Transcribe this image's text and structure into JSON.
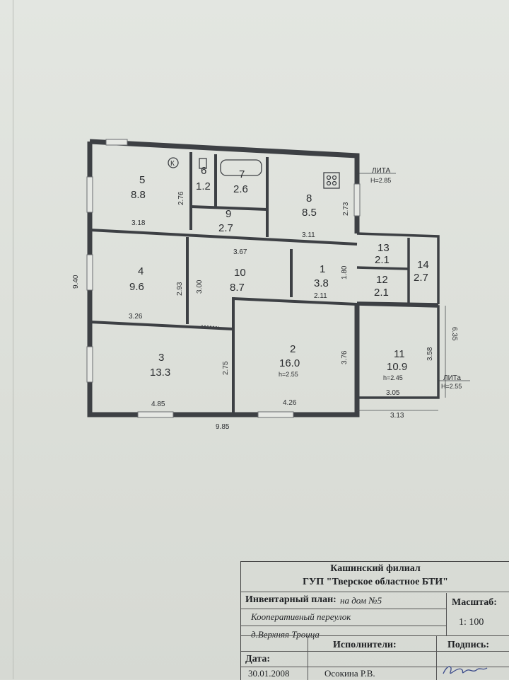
{
  "plan": {
    "rooms": [
      {
        "num": "5",
        "area": "8.8"
      },
      {
        "num": "6",
        "area": "1.2"
      },
      {
        "num": "7",
        "area": "2.6"
      },
      {
        "num": "8",
        "area": "8.5"
      },
      {
        "num": "9",
        "area": "2.7"
      },
      {
        "num": "4",
        "area": "9.6"
      },
      {
        "num": "10",
        "area": "8.7"
      },
      {
        "num": "1",
        "area": "3.8"
      },
      {
        "num": "13",
        "area": "2.1"
      },
      {
        "num": "12",
        "area": "2.1"
      },
      {
        "num": "14",
        "area": "2.7"
      },
      {
        "num": "3",
        "area": "13.3"
      },
      {
        "num": "2",
        "area": "16.0"
      },
      {
        "num": "11",
        "area": "10.9"
      }
    ],
    "dimensions": {
      "d_2_76": "2.76",
      "d_3_18": "3.18",
      "d_2_73": "2.73",
      "d_3_11": "3.11",
      "d_3_67": "3.67",
      "d_9_40": "9.40",
      "d_2_93": "2.93",
      "d_3_00": "3.00",
      "d_1_80": "1.80",
      "d_2_11": "2.11",
      "d_3_26": "3.26",
      "d_2_75": "2.75",
      "d_3_76": "3.76",
      "d_3_58": "3.58",
      "d_6_35": "6.35",
      "d_4_85": "4.85",
      "d_4_26": "4.26",
      "d_3_05": "3.05",
      "d_3_13": "3.13",
      "d_9_85": "9.85"
    },
    "heights": {
      "room2": "h=2.55",
      "room11": "h=2.45"
    },
    "lit_a": {
      "name": "ЛИТА",
      "h": "H=2.85"
    },
    "lit_a2": {
      "name": "ЛИТа",
      "h": "H=2.55"
    },
    "kitchen_mark": "К"
  },
  "title_block": {
    "org_line1": "Кашинский филиал",
    "org_line2": "ГУП \"Тверское областное БТИ\"",
    "plan_label": "Инвентарный план:",
    "plan_value": "на дом №5",
    "scale_label": "Масштаб:",
    "scale_value": "1: 100",
    "street": "Кооперативный переулок",
    "village": "д.Верхняя Троица",
    "executors_label": "Исполнители:",
    "signature_label": "Подпись:",
    "date_label": "Дата:",
    "date_value": "30.01.2008",
    "executor_name": "Осокина Р.В."
  }
}
